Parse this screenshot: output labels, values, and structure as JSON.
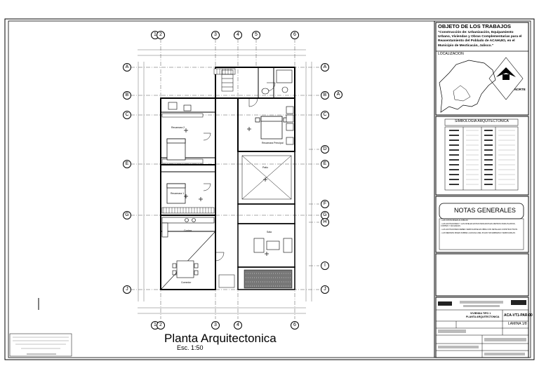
{
  "drawing": {
    "title": "Planta Arquitectonica",
    "scale": "Esc. 1:50",
    "axes_top": [
      "1",
      "2",
      "3",
      "4",
      "5",
      "6"
    ],
    "axes_bottom": [
      "1",
      "2",
      "3",
      "4",
      "6"
    ],
    "axes_left": [
      "A",
      "B",
      "C",
      "E",
      "G",
      "J"
    ],
    "axes_right": [
      "A",
      "B",
      "C",
      "D",
      "E",
      "F",
      "G",
      "H",
      "I",
      "J"
    ],
    "rooms": [
      "Recamara 1",
      "Recamara 2",
      "Recamara Principal",
      "Patio",
      "Cocina",
      "Sala",
      "Comedor"
    ]
  },
  "side_panel": {
    "objeto_title": "OBJETO DE LOS TRABAJOS",
    "objeto_text": "\"Construcción de: Urbanización, Equipamiento Urbano, Viviendas y Obras Complementarias para el Reasentamiento del Poblado de ACAHUIO, en el Municipio de Mexticacán, Jalisco.\"",
    "localizacion": "LOCALIZACION",
    "norte": "NORTE",
    "simbologia_title": "SIMBOLOGIA ARQUITECTONICA",
    "notas_title": "NOTAS GENERALES",
    "notas_items": [
      "- LAS COTAS RIGEN AL DIBUJO",
      "- LAS ACOTACIONES Y LAS NIVELES ESTAN INDICADOS EN METROS PARA PLANTAS, CORTES Y FACHADAS",
      "- LAS ACOTACIONES DEBEN VERIFICARSE EN OBRA CON DETALLES CONSTRUCTIVOS",
      "- LAS MEDIDAS RIGEN SOBRE LA ESCALA DEL PLANO SIN EMBARGO VERIFICARLAS"
    ],
    "plano_title": "VIVIENDA TIPO 1",
    "plano_subtitle": "PLANTA ARQUITECTONICA",
    "plano_code": "ACA-VT1-PAR-00",
    "lamina": "LAMINA 1/8"
  }
}
